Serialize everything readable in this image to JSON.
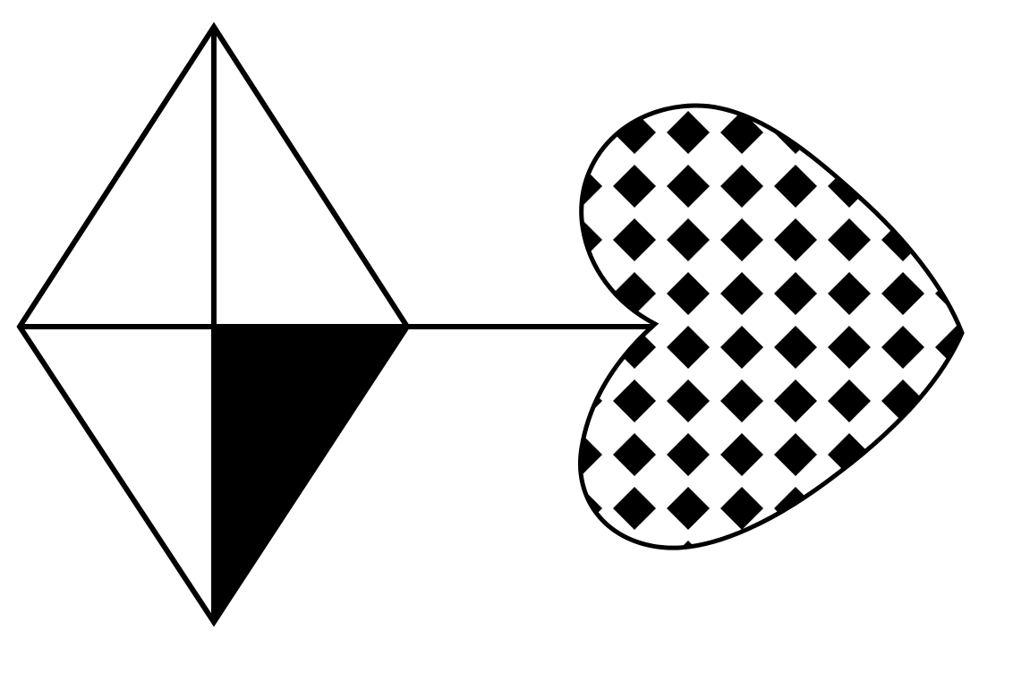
{
  "figure": {
    "background_color": "#ffffff",
    "stroke_color": "#000000",
    "fill_color": "#000000",
    "shapes": [
      {
        "id": "diamond",
        "kind": "rhombus",
        "divided_into": 4,
        "filled_quadrant": "bottom-right",
        "fill": "#000000"
      },
      {
        "id": "connector",
        "kind": "line"
      },
      {
        "id": "heart",
        "kind": "heart",
        "pattern": "diamond-lattice",
        "pattern_colors": [
          "#000000",
          "#ffffff"
        ],
        "point_direction": "right"
      }
    ]
  }
}
